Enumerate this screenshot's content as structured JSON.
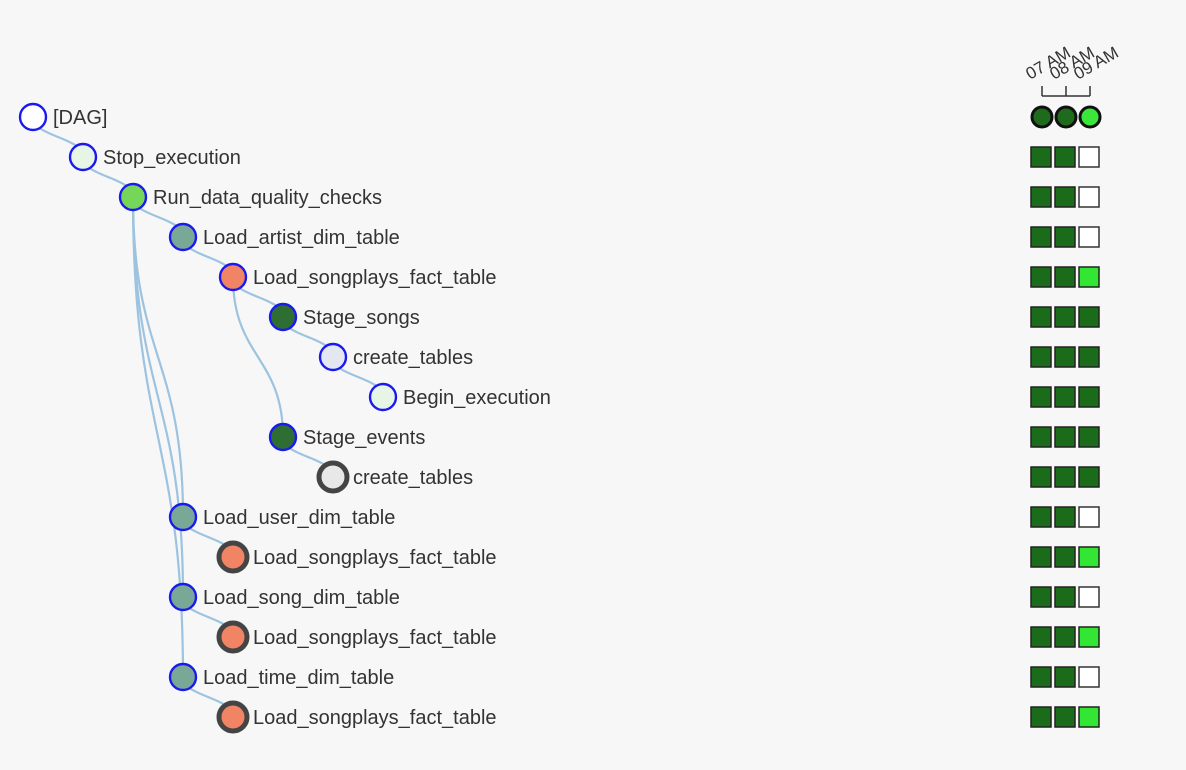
{
  "dag_runs": [
    {
      "time": "07 AM",
      "state": "success",
      "color": "#1e6b1e"
    },
    {
      "time": "08 AM",
      "state": "success",
      "color": "#1e6b1e"
    },
    {
      "time": "09 AM",
      "state": "running",
      "color": "#39e639"
    }
  ],
  "state_colors": {
    "success": "#1a6b1a",
    "running": "#33e633",
    "none": "#ffffff"
  },
  "tasks": [
    {
      "label": "[DAG]",
      "depth": 0,
      "row": 0,
      "fill": "#ffffff",
      "stroke": "#1a1aee",
      "ring": "none"
    },
    {
      "label": "Stop_execution",
      "depth": 1,
      "row": 1,
      "parent": 0,
      "fill": "#e6f5e6",
      "stroke": "#1a1aee",
      "ring": "none",
      "states": [
        "success",
        "success",
        "none"
      ]
    },
    {
      "label": "Run_data_quality_checks",
      "depth": 2,
      "row": 2,
      "parent": 1,
      "fill": "#76d65a",
      "stroke": "#1a1aee",
      "ring": "none",
      "states": [
        "success",
        "success",
        "none"
      ]
    },
    {
      "label": "Load_artist_dim_table",
      "depth": 3,
      "row": 3,
      "parent": 2,
      "fill": "#7aa896",
      "stroke": "#1a1aee",
      "ring": "none",
      "states": [
        "success",
        "success",
        "none"
      ]
    },
    {
      "label": "Load_songplays_fact_table",
      "depth": 4,
      "row": 4,
      "parent": 3,
      "fill": "#f28466",
      "stroke": "#1a1aee",
      "ring": "none",
      "states": [
        "success",
        "success",
        "running"
      ]
    },
    {
      "label": "Stage_songs",
      "depth": 5,
      "row": 5,
      "parent": 4,
      "fill": "#2e6e33",
      "stroke": "#1a1aee",
      "ring": "none",
      "states": [
        "success",
        "success",
        "success"
      ]
    },
    {
      "label": "create_tables",
      "depth": 6,
      "row": 6,
      "parent": 5,
      "fill": "#e4e6f2",
      "stroke": "#1a1aee",
      "ring": "none",
      "states": [
        "success",
        "success",
        "success"
      ]
    },
    {
      "label": "Begin_execution",
      "depth": 7,
      "row": 7,
      "parent": 6,
      "fill": "#e6f5e6",
      "stroke": "#1a1aee",
      "ring": "none",
      "states": [
        "success",
        "success",
        "success"
      ]
    },
    {
      "label": "Stage_events",
      "depth": 5,
      "row": 8,
      "parent": 4,
      "fill": "#2e6e33",
      "stroke": "#1a1aee",
      "ring": "none",
      "states": [
        "success",
        "success",
        "success"
      ]
    },
    {
      "label": "create_tables",
      "depth": 6,
      "row": 9,
      "parent": 8,
      "fill": "#e8e8e8",
      "stroke": "#444444",
      "ring": "thick",
      "states": [
        "success",
        "success",
        "success"
      ]
    },
    {
      "label": "Load_user_dim_table",
      "depth": 3,
      "row": 10,
      "parent": 2,
      "fill": "#7aa896",
      "stroke": "#1a1aee",
      "ring": "none",
      "states": [
        "success",
        "success",
        "none"
      ]
    },
    {
      "label": "Load_songplays_fact_table",
      "depth": 4,
      "row": 11,
      "parent": 10,
      "fill": "#f28466",
      "stroke": "#444444",
      "ring": "thick",
      "states": [
        "success",
        "success",
        "running"
      ]
    },
    {
      "label": "Load_song_dim_table",
      "depth": 3,
      "row": 12,
      "parent": 2,
      "fill": "#7aa896",
      "stroke": "#1a1aee",
      "ring": "none",
      "states": [
        "success",
        "success",
        "none"
      ]
    },
    {
      "label": "Load_songplays_fact_table",
      "depth": 4,
      "row": 13,
      "parent": 12,
      "fill": "#f28466",
      "stroke": "#444444",
      "ring": "thick",
      "states": [
        "success",
        "success",
        "running"
      ]
    },
    {
      "label": "Load_time_dim_table",
      "depth": 3,
      "row": 14,
      "parent": 2,
      "fill": "#7aa896",
      "stroke": "#1a1aee",
      "ring": "none",
      "states": [
        "success",
        "success",
        "none"
      ]
    },
    {
      "label": "Load_songplays_fact_table",
      "depth": 4,
      "row": 15,
      "parent": 14,
      "fill": "#f28466",
      "stroke": "#444444",
      "ring": "thick",
      "states": [
        "success",
        "success",
        "running"
      ]
    }
  ]
}
